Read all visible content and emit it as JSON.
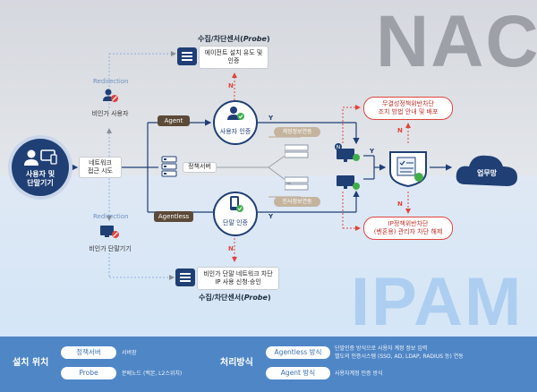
{
  "background": {
    "nac_text": "NAC",
    "ipam_text": "IPAM"
  },
  "user_device": {
    "label_line1": "사용자 및",
    "label_line2": "단말기기"
  },
  "network_access": {
    "line1": "네트워크",
    "line2": "접근 시도"
  },
  "redirection_top": {
    "label": "Redirection",
    "caption": "비인가 사용자"
  },
  "redirection_bottom": {
    "label": "Redirection",
    "caption": "비인가 단말기기"
  },
  "probe_top": {
    "title_prefix": "수집/차단센서(",
    "title_italic": "Probe",
    "title_suffix": ")",
    "box_line1": "에이전트 설치 유도 및",
    "box_line2": "인증"
  },
  "probe_bottom": {
    "title_prefix": "수집/차단센서(",
    "title_italic": "Probe",
    "title_suffix": ")",
    "box_line1": "비인가 단말 네트워크 차단",
    "box_line2": "IP 사용 신청·승인"
  },
  "agent_path": {
    "label": "Agent",
    "auth": "사용자 인증"
  },
  "agentless_path": {
    "label": "Agentless",
    "auth": "단말 인증"
  },
  "policy_server": {
    "label": "정책서버",
    "account_info": "계정정보연동",
    "hr_info": "인사정보연동"
  },
  "results": {
    "top_line1": "무결성정책위반차단",
    "top_line2": "조치 방법 안내 및 배포",
    "bottom_line1": "IP정책위반차단",
    "bottom_line2": "(벤혼용) 관리자 차단 해제"
  },
  "business_network": {
    "label": "업무망"
  },
  "yes_no": {
    "y": "Y",
    "n": "N"
  },
  "footer": {
    "install_title": "설치 위치",
    "install": [
      {
        "pill": "정책서버",
        "desc": "서버팜"
      },
      {
        "pill": "Probe",
        "desc": "분배노드 (백본, L2스위치)"
      }
    ],
    "process_title": "처리방식",
    "process": [
      {
        "pill": "Agentless 방식",
        "desc1": "단말인증 방식으로 사용자 계정 정보 입력",
        "desc2": "별도의 인증시스템 (SSO, AD, LDAP, RADIUS 등) 연동"
      },
      {
        "pill": "Agent 방식",
        "desc1": "사용자계정 인증 방식",
        "desc2": ""
      }
    ]
  },
  "colors": {
    "navy": "#1f3f75",
    "red": "#e0443c",
    "green": "#3fae49",
    "brown": "#5c4a38",
    "footer_blue": "#4f86c6"
  }
}
